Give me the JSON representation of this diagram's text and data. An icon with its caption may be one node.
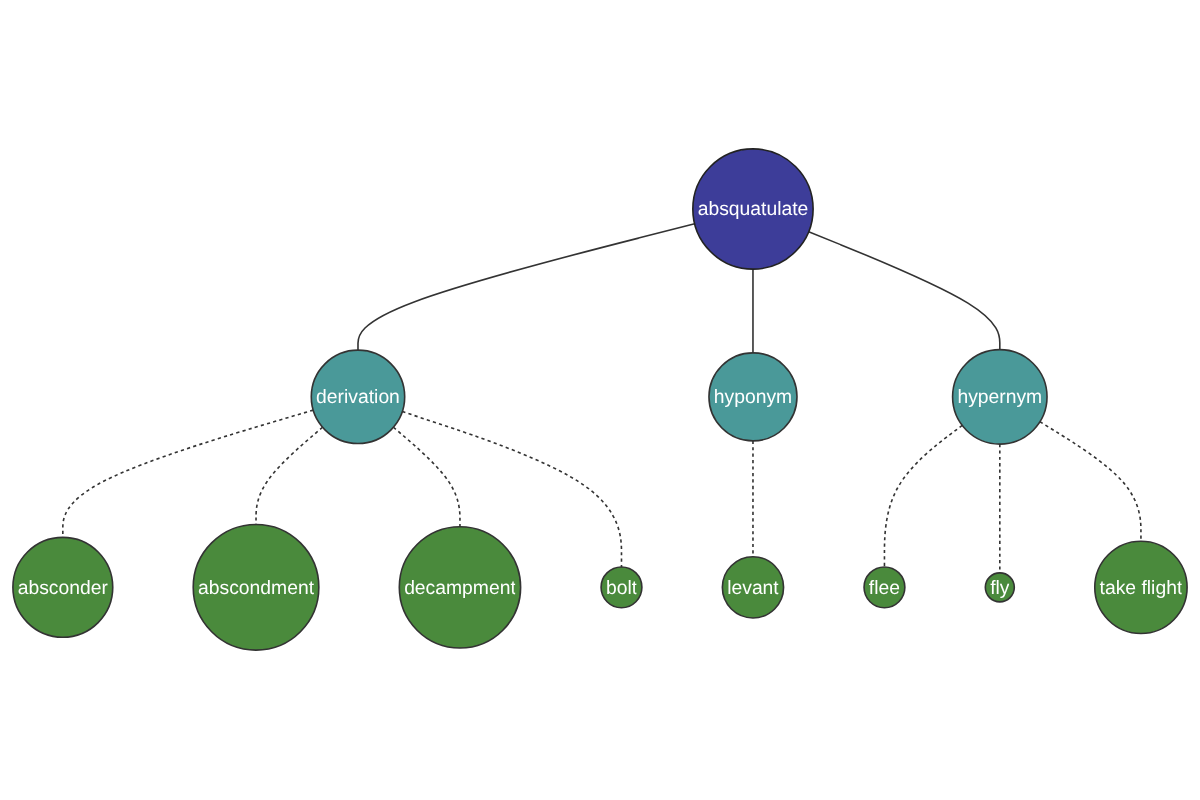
{
  "diagram": {
    "nodes": [
      {
        "text": [
          "abscondment"
        ]
      },
      {
        "text": [
          "decampment"
        ]
      },
      {
        "text": [
          "absconder"
        ]
      },
      {
        "text": [
          "derivation"
        ]
      },
      {
        "text": [
          "bolt"
        ]
      },
      {
        "text": [
          "absquatulate"
        ]
      },
      {
        "text": [
          "hyponym"
        ]
      },
      {
        "text": [
          "levant"
        ]
      },
      {
        "text": [
          "hypernym"
        ]
      },
      {
        "text": [
          "flee"
        ]
      },
      {
        "text": [
          "take flight"
        ]
      },
      {
        "text": [
          "fly"
        ]
      }
    ],
    "edges": [
      {
        "from": 5,
        "to": 3,
        "arrow": "none"
      },
      {
        "from": 5,
        "to": 6,
        "arrow": "none"
      },
      {
        "from": 5,
        "to": 8,
        "arrow": "none"
      },
      {
        "from": 3,
        "to": 2,
        "arrow": "none",
        "style": "dashed"
      },
      {
        "from": 3,
        "to": 0,
        "arrow": "none",
        "style": "dashed"
      },
      {
        "from": 3,
        "to": 1,
        "arrow": "none",
        "style": "dashed"
      },
      {
        "from": 3,
        "to": 4,
        "arrow": "none",
        "style": "dashed"
      },
      {
        "from": 6,
        "to": 7,
        "arrow": "none",
        "style": "dashed"
      },
      {
        "from": 8,
        "to": 9,
        "arrow": "none",
        "style": "dashed"
      },
      {
        "from": 8,
        "to": 11,
        "arrow": "none",
        "style": "dashed"
      },
      {
        "from": 8,
        "to": 10,
        "arrow": "none",
        "style": "dashed"
      }
    ]
  }
}
